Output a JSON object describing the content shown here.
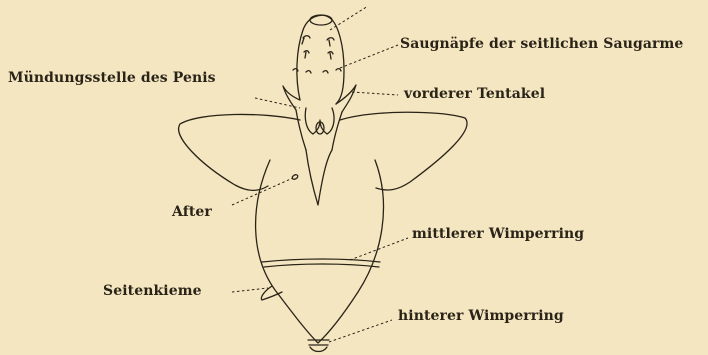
{
  "labels": {
    "saugnaepfe": "Saugnäpfe der seitlichen Saugarme",
    "muendung": "Mündungsstelle des Penis",
    "tentakel": "vorderer Tentakel",
    "after": "After",
    "mittlerer": "mittlerer Wimperring",
    "seitenkieme": "Seitenkieme",
    "hinterer": "hinterer Wimperring"
  },
  "colors": {
    "background": "#f4e6c1",
    "ink": "#2a2418"
  }
}
